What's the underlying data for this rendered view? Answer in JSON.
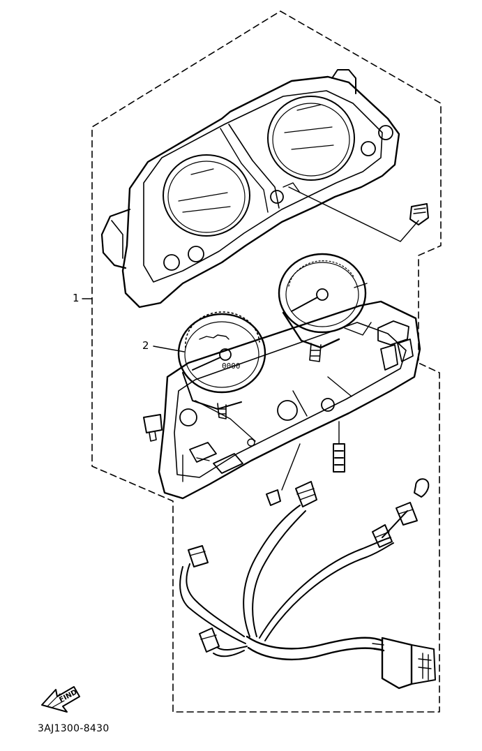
{
  "callouts": [
    {
      "id": "1",
      "label": "1"
    },
    {
      "id": "2",
      "label": "2"
    }
  ],
  "gauge_face_text": "0000",
  "find_icon": {
    "icon": "find-arrow-icon",
    "label": "FIND"
  },
  "diagram_code": "3AJ1300-8430",
  "colors": {
    "ink": "#000000",
    "paper": "#ffffff"
  }
}
